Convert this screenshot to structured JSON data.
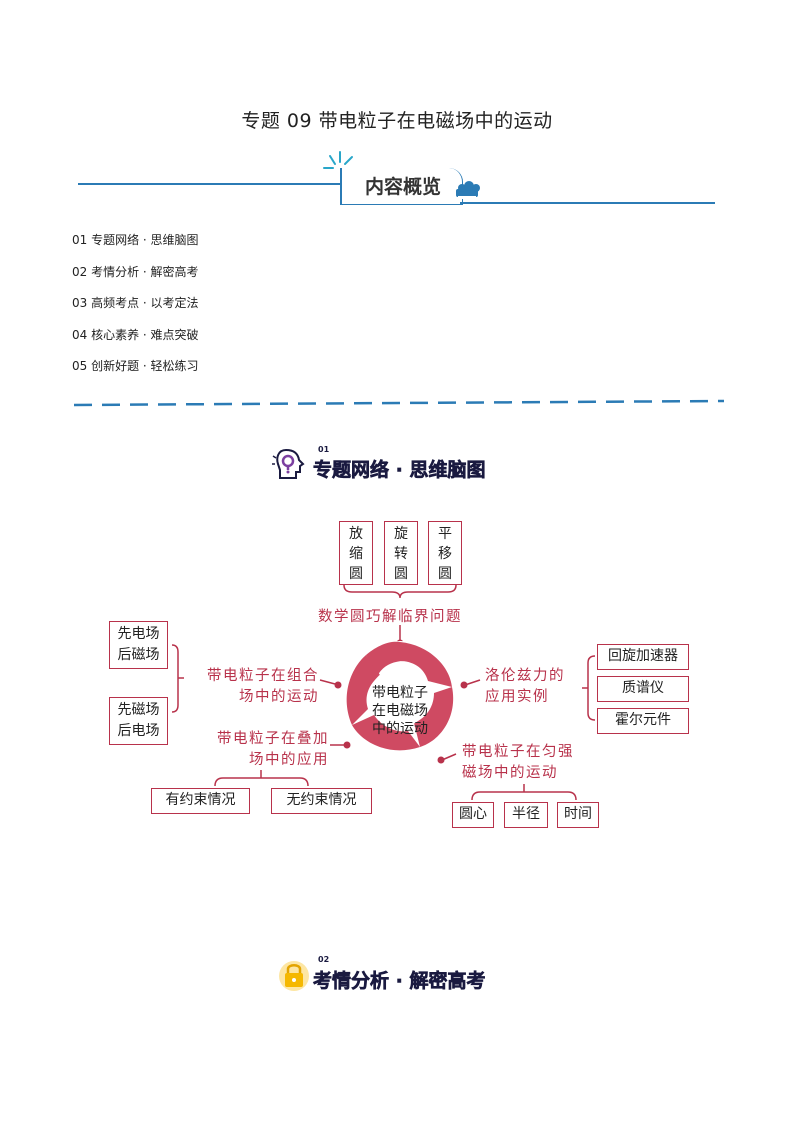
{
  "document": {
    "title": "专题 09  带电粒子在电磁场中的运动"
  },
  "overview": {
    "label": "内容概览",
    "items": [
      "01 专题网络 · 思维脑图",
      "02 考情分析 · 解密高考",
      "03 高频考点 · 以考定法",
      "04 核心素养 · 难点突破",
      "05 创新好题 · 轻松练习"
    ]
  },
  "section1": {
    "num": "01",
    "title": "专题网络 · 思维脑图"
  },
  "section2": {
    "num": "02",
    "title": "考情分析 · 解密高考"
  },
  "mindmap": {
    "center": [
      "带电粒子",
      "在电磁场",
      "中的运动"
    ],
    "top": {
      "label": "数学圆巧解临界问题",
      "boxes": [
        [
          "放",
          "缩",
          "圆"
        ],
        [
          "旋",
          "转",
          "圆"
        ],
        [
          "平",
          "移",
          "圆"
        ]
      ]
    },
    "left_upper": {
      "label": [
        "带电粒子在组合",
        "场中的运动"
      ],
      "boxes": [
        [
          "先电场",
          "后磁场"
        ],
        [
          "先磁场",
          "后电场"
        ]
      ]
    },
    "left_lower": {
      "label": [
        "带电粒子在叠加",
        "场中的应用"
      ],
      "boxes": [
        "有约束情况",
        "无约束情况"
      ]
    },
    "right_upper": {
      "label": [
        "洛伦兹力的",
        "应用实例"
      ],
      "boxes": [
        "回旋加速器",
        "质谱仪",
        "霍尔元件"
      ]
    },
    "right_lower": {
      "label": [
        "带电粒子在匀强",
        "磁场中的运动"
      ],
      "boxes": [
        "圆心",
        "半径",
        "时间"
      ]
    }
  },
  "colors": {
    "accent_red": "#b8324b",
    "blue_line": "#2b7bb5",
    "heading_dark": "#1a1a40"
  }
}
